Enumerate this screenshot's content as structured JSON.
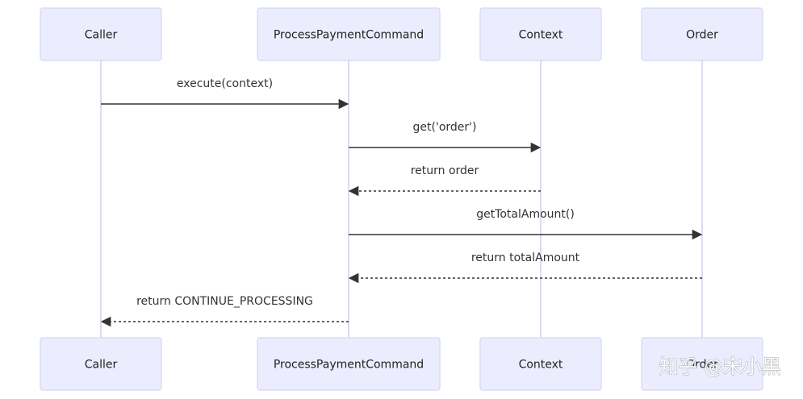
{
  "diagram": {
    "type": "sequence",
    "participants": [
      {
        "id": "caller",
        "label": "Caller"
      },
      {
        "id": "ppc",
        "label": "ProcessPaymentCommand"
      },
      {
        "id": "context",
        "label": "Context"
      },
      {
        "id": "order",
        "label": "Order"
      }
    ],
    "messages": [
      {
        "from": "caller",
        "to": "ppc",
        "label": "execute(context)",
        "style": "solid"
      },
      {
        "from": "ppc",
        "to": "context",
        "label": "get('order')",
        "style": "solid"
      },
      {
        "from": "context",
        "to": "ppc",
        "label": "return order",
        "style": "dashed"
      },
      {
        "from": "ppc",
        "to": "order",
        "label": "getTotalAmount()",
        "style": "solid"
      },
      {
        "from": "order",
        "to": "ppc",
        "label": "return totalAmount",
        "style": "dashed"
      },
      {
        "from": "ppc",
        "to": "caller",
        "label": "return CONTINUE_PROCESSING",
        "style": "dashed"
      }
    ]
  },
  "watermark": {
    "text": "知乎 @宋小黑"
  },
  "colors": {
    "actor_fill": "#ececff",
    "actor_border": "#d6d6f5",
    "lifeline": "#c8c8ec",
    "arrow": "#333333"
  }
}
